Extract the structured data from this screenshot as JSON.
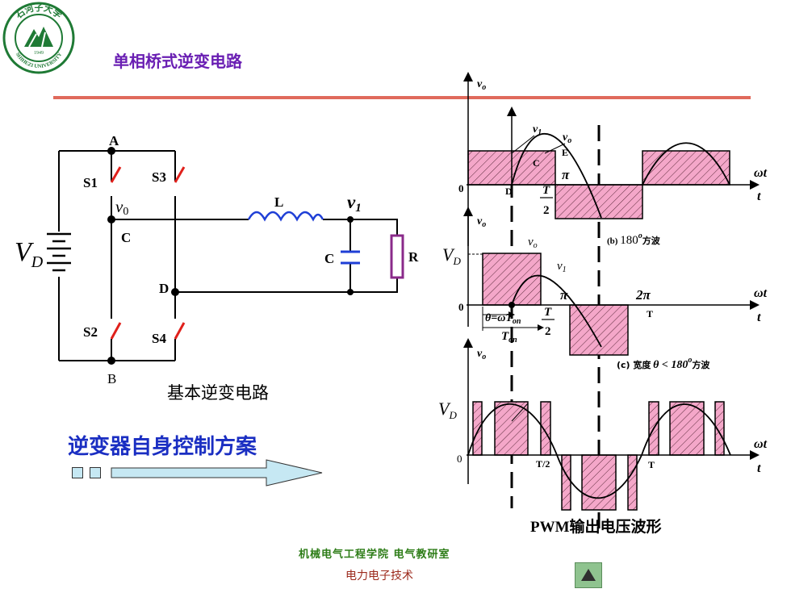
{
  "header": {
    "title": "单相桥式逆变电路",
    "logo": {
      "text_top": "石河子大学",
      "text_bottom": "SHIHEZI UNIVERSITY",
      "year": "1949",
      "color": "#1f7a35"
    },
    "rule_color": "#e06a5c"
  },
  "circuit": {
    "caption": "基本逆变电路",
    "labels": {
      "A": "A",
      "B": "B",
      "C": "C",
      "D": "D",
      "S1": "S1",
      "S2": "S2",
      "S3": "S3",
      "S4": "S4",
      "L": "L",
      "Cap": "C",
      "R": "R",
      "v0": "v",
      "v0_sub": "0",
      "v1": "v",
      "v1_sub": "1",
      "VD": "V",
      "VD_sub": "D"
    },
    "colors": {
      "switch": "#e0201b",
      "inductor": "#1f3fd6",
      "capacitor": "#1f3fd6",
      "resistor": "#8a2a8a",
      "wire": "#000000"
    }
  },
  "control": {
    "scheme_label": "逆变器自身控制方案",
    "arrow_color": "#c6e8f3"
  },
  "waveforms": {
    "hatch_color": "#e8559a",
    "top": {
      "axis_v": "v",
      "axis_v_sub": "o",
      "v1": "v",
      "v1_sub": "1",
      "vo": "v",
      "vo_sub": "o",
      "E": "E",
      "C": "C",
      "D": "D",
      "origin": "0",
      "pi": "π",
      "T": "T",
      "two": "2",
      "wt": "ωt",
      "t": "t",
      "caption_prefix": "(b)",
      "caption_angle": "180",
      "caption_deg": "o",
      "caption_suffix": "方波"
    },
    "middle": {
      "axis_v": "v",
      "axis_v_sub": "o",
      "VD": "V",
      "VD_sub": "D",
      "vo": "v",
      "vo_sub": "o",
      "v1": "v",
      "v1_sub": "1",
      "origin": "0",
      "pi": "π",
      "two_pi": "2π",
      "T_axis": "T",
      "theta_expr": "θ=ωT",
      "theta_sub": "on",
      "T": "T",
      "two": "2",
      "Ton": "T",
      "Ton_sub": "on",
      "wt": "ωt",
      "t": "t",
      "caption_prefix": "(c) 宽度",
      "caption_theta": "θ < 180",
      "caption_deg": "o",
      "caption_suffix": "方波"
    },
    "bottom": {
      "axis_v": "v",
      "axis_v_sub": "o",
      "VD": "V",
      "VD_sub": "D",
      "origin": "0",
      "T_half": "T/2",
      "T_axis": "T",
      "wt": "ωt",
      "t": "t"
    },
    "pwm_caption": "PWM输出电压波形"
  },
  "footer": {
    "institute": "机械电气工程学院 电气教研室",
    "course": "电力电子技术",
    "nav_icon": "triangle-up-icon"
  }
}
